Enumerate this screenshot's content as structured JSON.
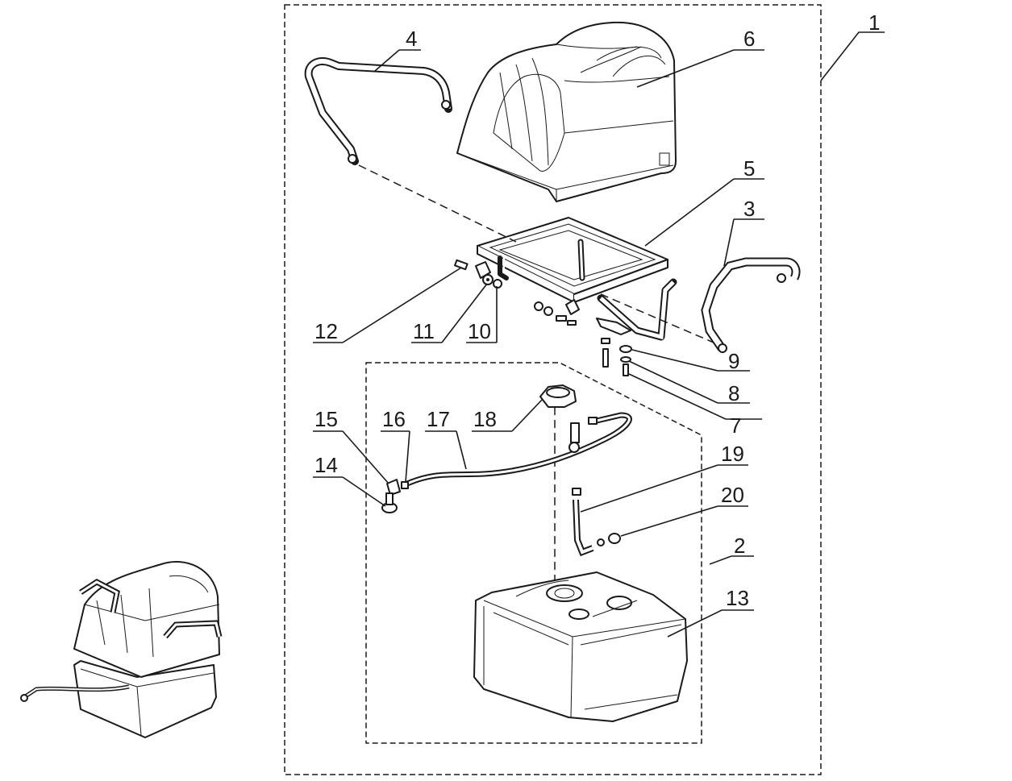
{
  "callouts": {
    "c1": "1",
    "c2": "2",
    "c3": "3",
    "c4": "4",
    "c5": "5",
    "c6": "6",
    "c7": "7",
    "c8": "8",
    "c9": "9",
    "c10": "10",
    "c11": "11",
    "c12": "12",
    "c13": "13",
    "c14": "14",
    "c15": "15",
    "c16": "16",
    "c17": "17",
    "c18": "18",
    "c19": "19",
    "c20": "20"
  },
  "colors": {
    "line": "#1a1a1a",
    "background": "#ffffff"
  },
  "icons": [
    "handlebar",
    "seat-cushion",
    "seat-frame",
    "fuel-tank",
    "fuel-cap",
    "fuel-hose",
    "bolt",
    "washer",
    "nut"
  ]
}
